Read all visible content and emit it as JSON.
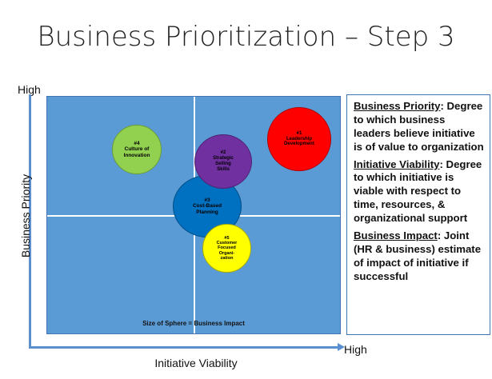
{
  "slide": {
    "title": "Business Prioritization – Step 3"
  },
  "axes": {
    "y_label": "Business Priority",
    "x_label": "Initiative Viability",
    "y_high": "High",
    "x_high": "High"
  },
  "bubbles": [
    {
      "label": "#4\nCulture of\nInnovation",
      "color": "#92d050"
    },
    {
      "label": "#2\nStrategic\nSelling\nSkills",
      "color": "#7030a0"
    },
    {
      "label": "#1\nLeadership\nDevelopment",
      "color": "#ff0000"
    },
    {
      "label": "#3\nCost-Based\nPlanning",
      "color": "#0070c0"
    },
    {
      "label": "#5\nCustomer\nFocused\nOrgani-\nzation",
      "color": "#ffff00"
    }
  ],
  "size_note": "Size of Sphere = Business Impact",
  "legend": {
    "items": [
      {
        "term": "Business Priority",
        "desc": ": Degree to which business leaders believe initiative is of value to organization"
      },
      {
        "term": "Initiative Viability",
        "desc": ": Degree to which initiative is viable with respect to time, resources, & organizational support"
      },
      {
        "term": "Business Impact",
        "desc": ": Joint (HR & business) estimate of impact of initiative if successful"
      }
    ]
  }
}
